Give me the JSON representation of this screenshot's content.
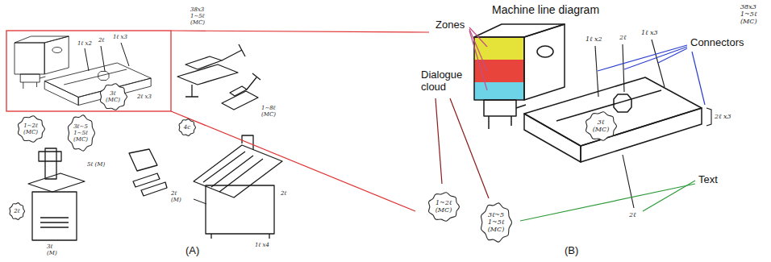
{
  "diagram": {
    "title": "Machine line diagram",
    "nodes": [
      {
        "text": [
          "1~2ℓ (MC)"
        ]
      },
      {
        "text": [
          "3ℓ~5 1~5ℓ (MC)"
        ]
      },
      {
        "text": [
          "3ℓ (MC)"
        ]
      },
      {
        "text": [
          "4c"
        ]
      },
      {
        "text": [
          "2ℓ"
        ]
      },
      {
        "text": [
          "1~2ℓ (MC)"
        ]
      },
      {
        "text": [
          "3ℓ~5 1~5ℓ (MC)"
        ]
      },
      {
        "text": [
          "3ℓ (MC)"
        ]
      }
    ],
    "labels": [
      "(A)",
      "(B)",
      "Zones",
      "Dialogue cloud",
      "Connectors",
      "Text",
      "1ℓ x2",
      "2ℓ",
      "1ℓ x3",
      "38x3 1~5ℓ (MC)",
      "2ℓ x3",
      "1~8ℓ (MC)",
      "5ℓ (M)",
      "3ℓ (M)",
      "2ℓ (M)",
      "1ℓ x4",
      "2ℓ",
      "1ℓ x2",
      "2ℓ",
      "1ℓ x3",
      "38x3 1~5ℓ (MC)",
      "2ℓ x3",
      "2ℓ"
    ]
  }
}
